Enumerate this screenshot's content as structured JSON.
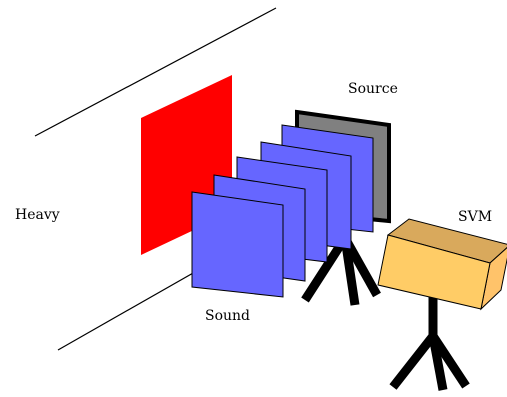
{
  "labels": {
    "source": "Source",
    "heavy": "Heavy",
    "svm": "SVM",
    "sound": "Sound"
  },
  "colors": {
    "background": "#ffffff",
    "red_plane": "#ff0000",
    "blue_planes": "#6666ff",
    "source_plane": "#808080",
    "box_front": "#ffcc66",
    "box_top": "#d9a95c",
    "box_side": "#ffc36a",
    "stroke": "#000000"
  }
}
